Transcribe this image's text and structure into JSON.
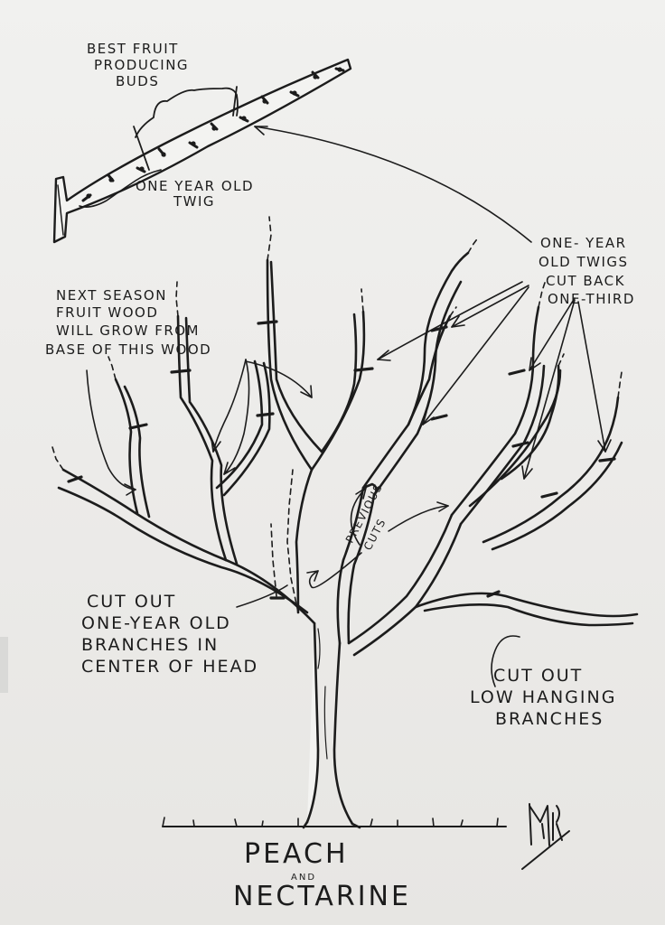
{
  "labels": {
    "best_fruit_line1": "BEST FRUIT",
    "best_fruit_line2": "PRODUCING",
    "best_fruit_line3": "BUDS",
    "one_year_twig_line1": "ONE YEAR OLD",
    "one_year_twig_line2": "TWIG",
    "cut_back_line1": "ONE- YEAR",
    "cut_back_line2": "OLD TWIGS",
    "cut_back_line3": "CUT BACK",
    "cut_back_line4": "ONE-THIRD",
    "next_season_line1": "NEXT SEASON",
    "next_season_line2": "FRUIT WOOD",
    "next_season_line3": "WILL GROW FROM",
    "next_season_line4": "BASE OF THIS WOOD",
    "previous_cuts_line1": "PREVIOUS",
    "previous_cuts_line2": "CUTS",
    "cut_center_line1": "CUT OUT",
    "cut_center_line2": "ONE-YEAR OLD",
    "cut_center_line3": "BRANCHES IN",
    "cut_center_line4": "CENTER OF HEAD",
    "cut_low_line1": "CUT OUT",
    "cut_low_line2": "LOW HANGING",
    "cut_low_line3": "BRANCHES"
  },
  "title": {
    "line1": "PEACH",
    "line2": "AND",
    "line3": "NECTARINE"
  },
  "colors": {
    "ink": "#1c1c1c",
    "paper": "#ececea"
  }
}
